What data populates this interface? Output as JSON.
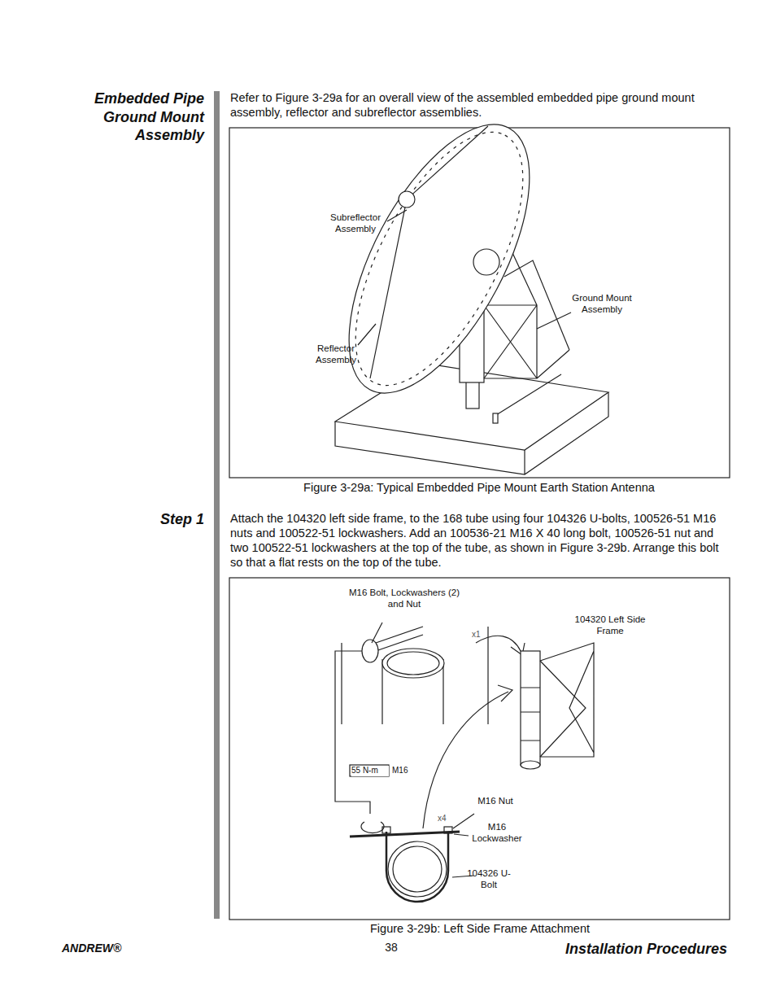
{
  "diagram": {
    "title": "Embedded Pipe Ground Mount Assembly",
    "labels": [
      "Refer to Figure 3-29a for an overall view of the assembled embedded pipe ground mount assembly, reflector and subreflector assemblies.",
      "Subreflector Assembly",
      "Ground Mount Assembly",
      "Reflector Assembly",
      "Figure 3-29a: Typical Embedded Pipe Mount Earth Station Antenna",
      "Step 1",
      "Attach the 104320 left side frame, to the 168 tube using four 104326 U-bolts, 100526-51 M16 nuts and 100522-51 lockwashers. Add an 100536-21 M16 X 40 long bolt, 100526-51 nut and two 100522-51 lockwashers at the top of the tube, as shown in Figure 3-29b. Arrange this bolt so that a flat rests on the top of the tube.",
      "M16 Bolt, Lockwashers (2) and Nut",
      "104320 Left Side Frame",
      "x1",
      "55 N-m",
      "M16",
      "x4",
      "M16 Nut",
      "M16 Lockwasher",
      "104326 U-Bolt",
      "Figure 3-29b: Left Side Frame Attachment",
      "38",
      "Installation Procedures",
      "ANDREW®"
    ]
  }
}
